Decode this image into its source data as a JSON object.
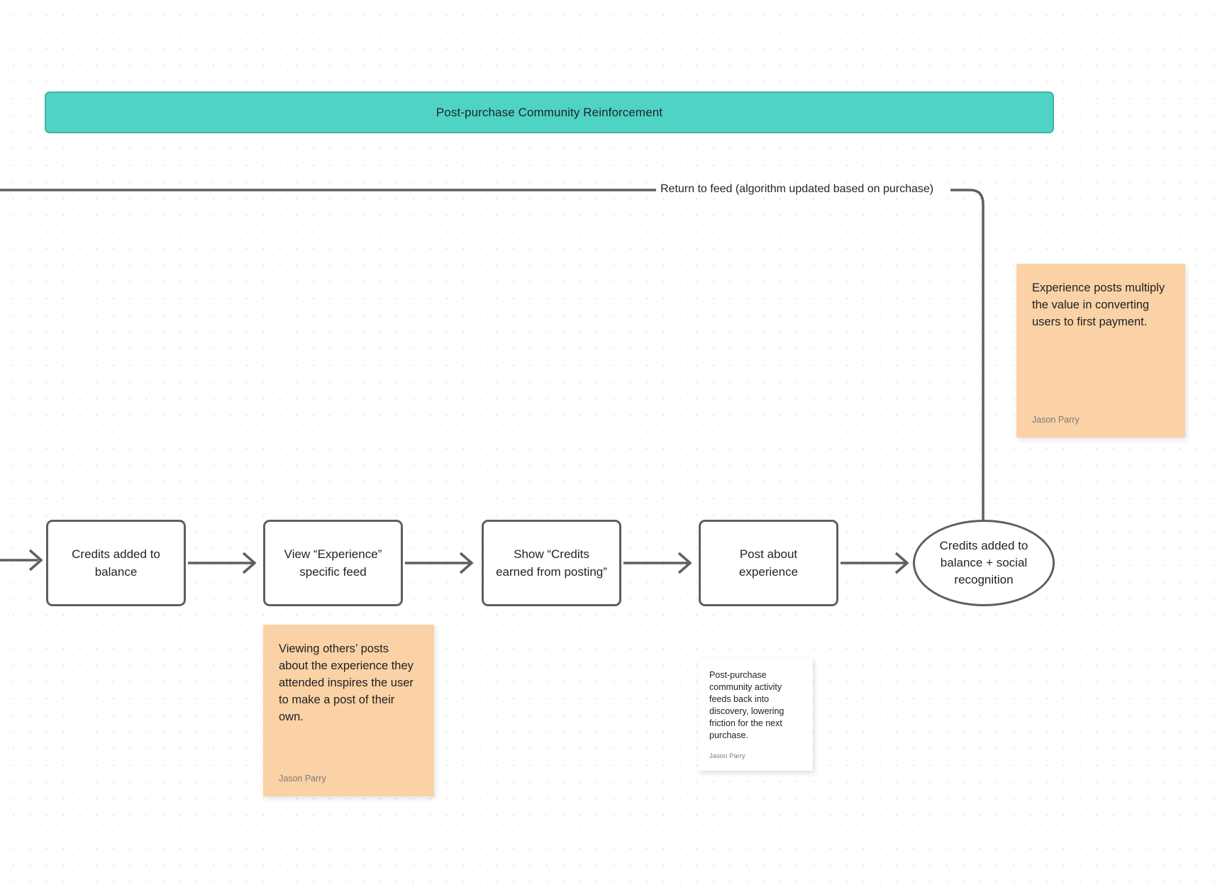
{
  "board": {
    "background": "#ffffff",
    "dot_color": "#eaeaec"
  },
  "section": {
    "title": "Post-purchase Community Reinforcement",
    "fill": "#4ed3c5",
    "border": "#3fb5a9"
  },
  "edges": {
    "return_label": "Return to feed (algorithm updated based on purchase)",
    "stroke": "#5f5f5f"
  },
  "nodes": [
    {
      "id": "credits-added-to-balance",
      "shape": "process",
      "text": "Credits added to\nbalance"
    },
    {
      "id": "view-experience-specific-feed",
      "shape": "process",
      "text": "View “Experience”\nspecific feed"
    },
    {
      "id": "show-credits-earned-from-posting",
      "shape": "process",
      "text": "Show “Credits\nearned from posting”"
    },
    {
      "id": "post-about-experience",
      "shape": "process",
      "text": "Post about\nexperience"
    },
    {
      "id": "credits-added-balance-social-recognition",
      "shape": "terminator",
      "text": "Credits added to\nbalance + social\nrecognition"
    }
  ],
  "notes": [
    {
      "id": "note-experience-posts-multiply",
      "style": "orange",
      "body": "Experience posts multiply the value in converting users to first payment.",
      "author": "Jason Parry"
    },
    {
      "id": "note-viewing-others-posts",
      "style": "orange",
      "body": "Viewing others’ posts about the experience they attended inspires the user to make a post of their own.",
      "author": "Jason Parry"
    },
    {
      "id": "note-post-purchase-community-activity",
      "style": "white",
      "body": "Post-purchase community activity feeds back into discovery, lowering friction for the next purchase.",
      "author": "Jason Parry"
    }
  ]
}
